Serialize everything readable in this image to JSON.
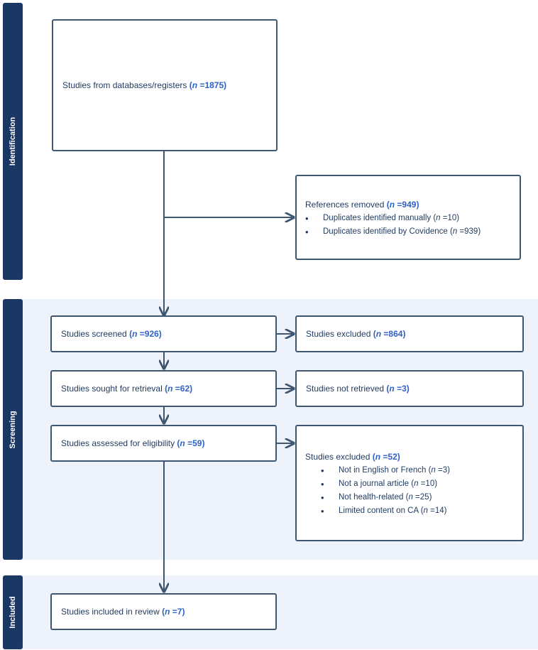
{
  "stages": {
    "identification": "Identification",
    "screening": "Screening",
    "included": "Included"
  },
  "boxes": {
    "records": {
      "label": "Studies from databases/registers",
      "n_symbol": "n",
      "n_value": " =1875",
      "close": ")"
    },
    "removed": {
      "label": "References removed",
      "n_symbol": "n",
      "n_value": " =949",
      "close": ")",
      "items": [
        {
          "label": "Duplicates identified manually",
          "n_symbol": "n",
          "n_value": " =10",
          "close": ")"
        },
        {
          "label": "Duplicates identified by Covidence",
          "n_symbol": "n",
          "n_value": " =939",
          "close": ")"
        }
      ]
    },
    "screened": {
      "label": "Studies screened",
      "n_symbol": "n",
      "n_value": " =926",
      "close": ")"
    },
    "excluded1": {
      "label": "Studies excluded",
      "n_symbol": "n",
      "n_value": " =864",
      "close": ")"
    },
    "sought": {
      "label": "Studies sought for retrieval",
      "n_symbol": "n",
      "n_value": " =62",
      "close": ")"
    },
    "not_retrieved": {
      "label": "Studies not retrieved",
      "n_symbol": "n",
      "n_value": " =3",
      "close": ")"
    },
    "assessed": {
      "label": "Studies assessed for eligibility",
      "n_symbol": "n",
      "n_value": " =59",
      "close": ")"
    },
    "excluded2": {
      "label": "Studies excluded",
      "n_symbol": "n",
      "n_value": " =52",
      "close": ")",
      "items": [
        {
          "label": "Not in English or French",
          "n_symbol": "n",
          "n_value": " =3",
          "close": ")"
        },
        {
          "label": "Not a journal article",
          "n_symbol": "n",
          "n_value": " =10",
          "close": ")"
        },
        {
          "label": "Not health-related",
          "n_symbol": "n",
          "n_value": " =25",
          "close": ")"
        },
        {
          "label": "Limited content on CA",
          "n_symbol": "n",
          "n_value": " =14",
          "close": ")"
        }
      ]
    },
    "included": {
      "label": "Studies included in review",
      "n_symbol": "n",
      "n_value": " =7",
      "close": ")"
    }
  },
  "colors": {
    "stage": "#1b3764",
    "band": "#eef2fa",
    "border": "#3f5670",
    "count": "#2e62c8",
    "text": "#1f3a5f"
  }
}
